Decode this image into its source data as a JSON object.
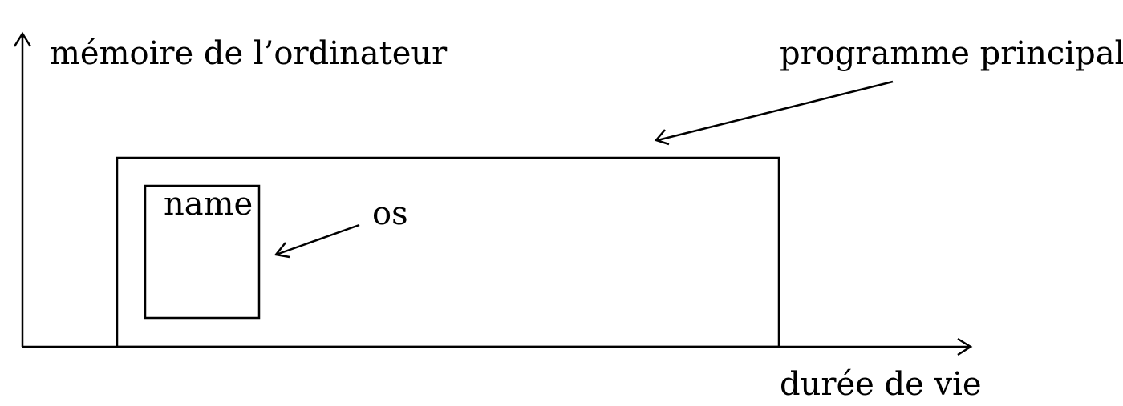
{
  "axes": {
    "y_label": "mémoire de l’ordinateur",
    "x_label": "durée de vie"
  },
  "blocks": {
    "outer_label": "programme principal",
    "inner_label": "os",
    "inner_text": "name"
  },
  "colors": {
    "ink": "#000000",
    "background": "#ffffff"
  }
}
